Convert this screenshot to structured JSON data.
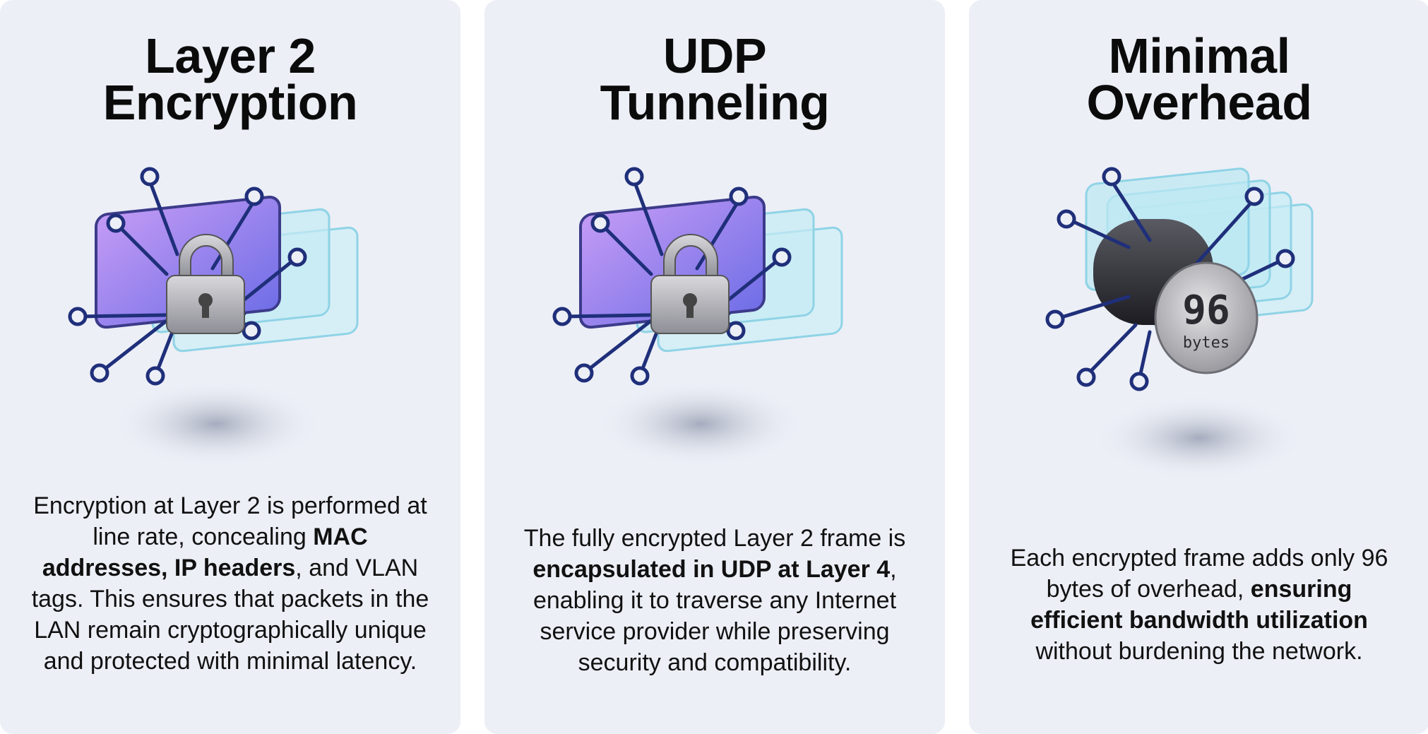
{
  "cards": [
    {
      "title_line1": "Layer 2",
      "title_line2": "Encryption",
      "desc_1": "Encryption at Layer 2 is performed at line rate, concealing ",
      "desc_2": "MAC addresses, IP headers",
      "desc_3": ", and VLAN tags. This ensures that packets in the LAN remain cryptographically unique and protected with minimal latency.",
      "icon": "padlock-frames-icon"
    },
    {
      "title_line1": "UDP",
      "title_line2": "Tunneling",
      "desc_1": "The fully encrypted Layer 2 frame is ",
      "desc_2": "encapsulated in UDP at Layer 4",
      "desc_3": ", enabling it to traverse any Internet service provider while preserving security and compatibility.",
      "icon": "padlock-frames-icon"
    },
    {
      "title_line1": "Minimal",
      "title_line2": "Overhead",
      "desc_1": "Each encrypted frame adds only 96 bytes of overhead, ",
      "desc_2": "ensuring efficient bandwidth utilization",
      "desc_3": " without burdening the network.",
      "icon": "cylinder-frames-icon",
      "badge_value": "96",
      "badge_unit": "bytes"
    }
  ],
  "colors": {
    "card_bg": "#eceff6",
    "accent_purple": "#9a7cf0",
    "glass": "#bfeaf3",
    "node": "#1f2f7a"
  }
}
